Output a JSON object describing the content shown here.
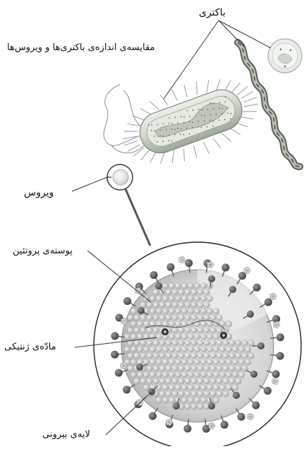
{
  "labels": {
    "bacteria": "باکتری",
    "title": "مقایسه‌ی اندازه‌ی باکتری‌ها و ویروس‌ها",
    "virus": "ویروس",
    "protein_coat": "پوسته‌ی پروتئین",
    "genetic_material": "مادّه‌ی ژنتیکی",
    "outer_layer": "لایه‌ی بیرونی"
  },
  "colors": {
    "line": "#333333",
    "cell_wall": "#cfd8cc",
    "spike_head": "#6b6b6b",
    "capsomere": "#c8c8c8",
    "envelope": "#d6d6d6"
  }
}
